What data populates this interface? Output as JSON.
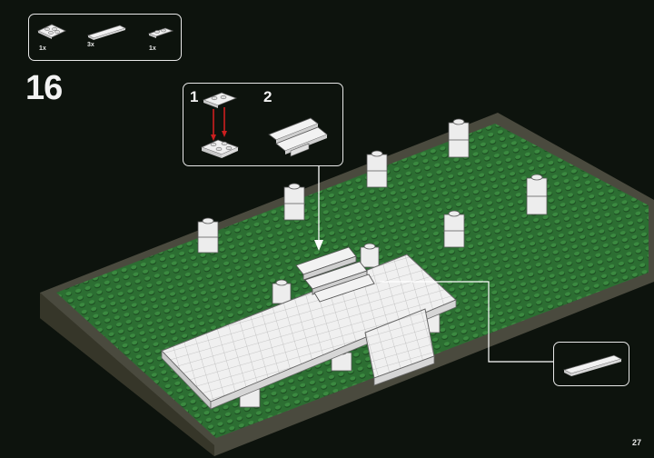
{
  "step": {
    "number": "16"
  },
  "parts_list": [
    {
      "qty": "1x",
      "icon": "plate-2x2-icon"
    },
    {
      "qty": "3x",
      "icon": "tile-1x6-icon"
    },
    {
      "qty": "1x",
      "icon": "plate-1x2-icon"
    }
  ],
  "callout": {
    "substeps": [
      {
        "number": "1",
        "icon": "stacked-plates-icon"
      },
      {
        "number": "2",
        "icon": "steps-assembly-icon"
      }
    ]
  },
  "detail": {
    "icon": "tile-1x6-icon"
  },
  "page": {
    "number": "27"
  },
  "colors": {
    "background": "#0d130d",
    "baseplate_green": "#2c6e32",
    "baseplate_border": "#4a4a3e",
    "brick_white": "#ededed",
    "arrow_red": "#cc1f1f",
    "frame_white": "#e8e8e8"
  }
}
